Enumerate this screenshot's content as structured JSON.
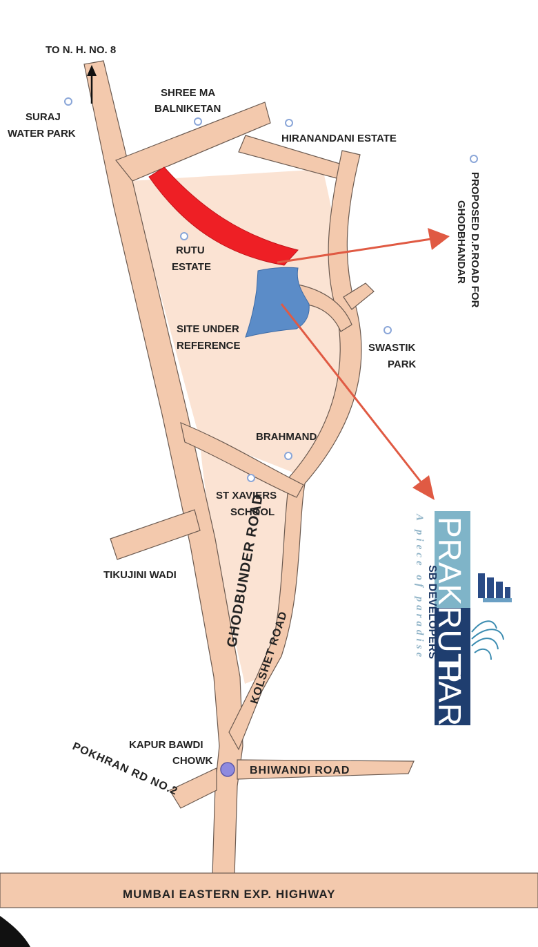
{
  "colors": {
    "road_fill": "#f3c9ad",
    "road_edge": "#6b5a50",
    "area_fill": "#fbe3d3",
    "proposed_road": "#ee1f25",
    "site": "#5b8cc8",
    "arrow": "#e05a43",
    "marker": "#8aa6d8",
    "brand_panel": "#1f3e6f",
    "brand_panel_light": "#7fb4c8"
  },
  "map": {
    "labels": {
      "to_nh8": "TO N. H. NO. 8",
      "suraj_line1": "SURAJ",
      "suraj_line2": "WATER PARK",
      "shree_line1": "SHREE MA",
      "shree_line2": "BALNIKETAN",
      "hiranandani": "HIRANANDANI ESTATE",
      "proposed_line1": "PROPOSED D.P.ROAD FOR",
      "proposed_line2": "GHODBHANDAR",
      "rutu_line1": "RUTU",
      "rutu_line2": "ESTATE",
      "site_line1": "SITE UNDER",
      "site_line2": "REFERENCE",
      "swastik_line1": "SWASTIK",
      "swastik_line2": "PARK",
      "brahmand": "BRAHMAND",
      "xaviers_line1": "ST XAVIERS",
      "xaviers_line2": "SCHOOL",
      "ghodbunder": "GHODBUNDER ROAD",
      "tikujini": "TIKUJINI WADI",
      "kolshet": "KOLSHET ROAD",
      "kapur_line1": "KAPUR BAWDI",
      "kapur_line2": "CHOWK",
      "pokhran": "POKHRAN RD NO.2",
      "bhiwandi": "BHIWANDI ROAD",
      "highway": "MUMBAI   EASTERN   EXP.   HIGHWAY"
    },
    "icons": {
      "north": "north-arrow-icon",
      "poi": "poi-marker-icon",
      "junction": "junction-marker-icon",
      "logo": "building-logo-icon"
    }
  },
  "brand": {
    "developer": "SB DEVELOPERS",
    "name_line1": "PRAKRUTI",
    "name_line2": "PARK",
    "tagline": "A piece of paradise"
  }
}
